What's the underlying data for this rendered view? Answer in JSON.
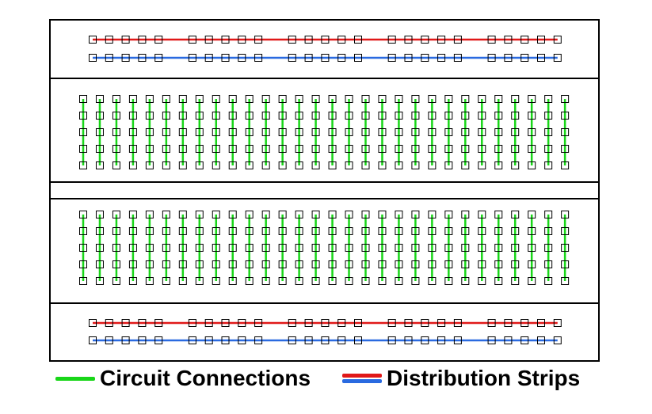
{
  "legend": {
    "circuit": {
      "label": "Circuit Connections",
      "color": "#18d618"
    },
    "distribution": {
      "label": "Distribution Strips",
      "colors": [
        "#e01818",
        "#2a6ae0"
      ]
    }
  },
  "breadboard": {
    "terminal_columns": 30,
    "terminal_rows_per_block": 5,
    "terminal_blocks": 2,
    "rail_groups": 5,
    "holes_per_rail_group": 5,
    "rails_per_side": 2,
    "rail_colors": [
      "#e01818",
      "#2a6ae0"
    ],
    "outline_color": "#000000"
  }
}
